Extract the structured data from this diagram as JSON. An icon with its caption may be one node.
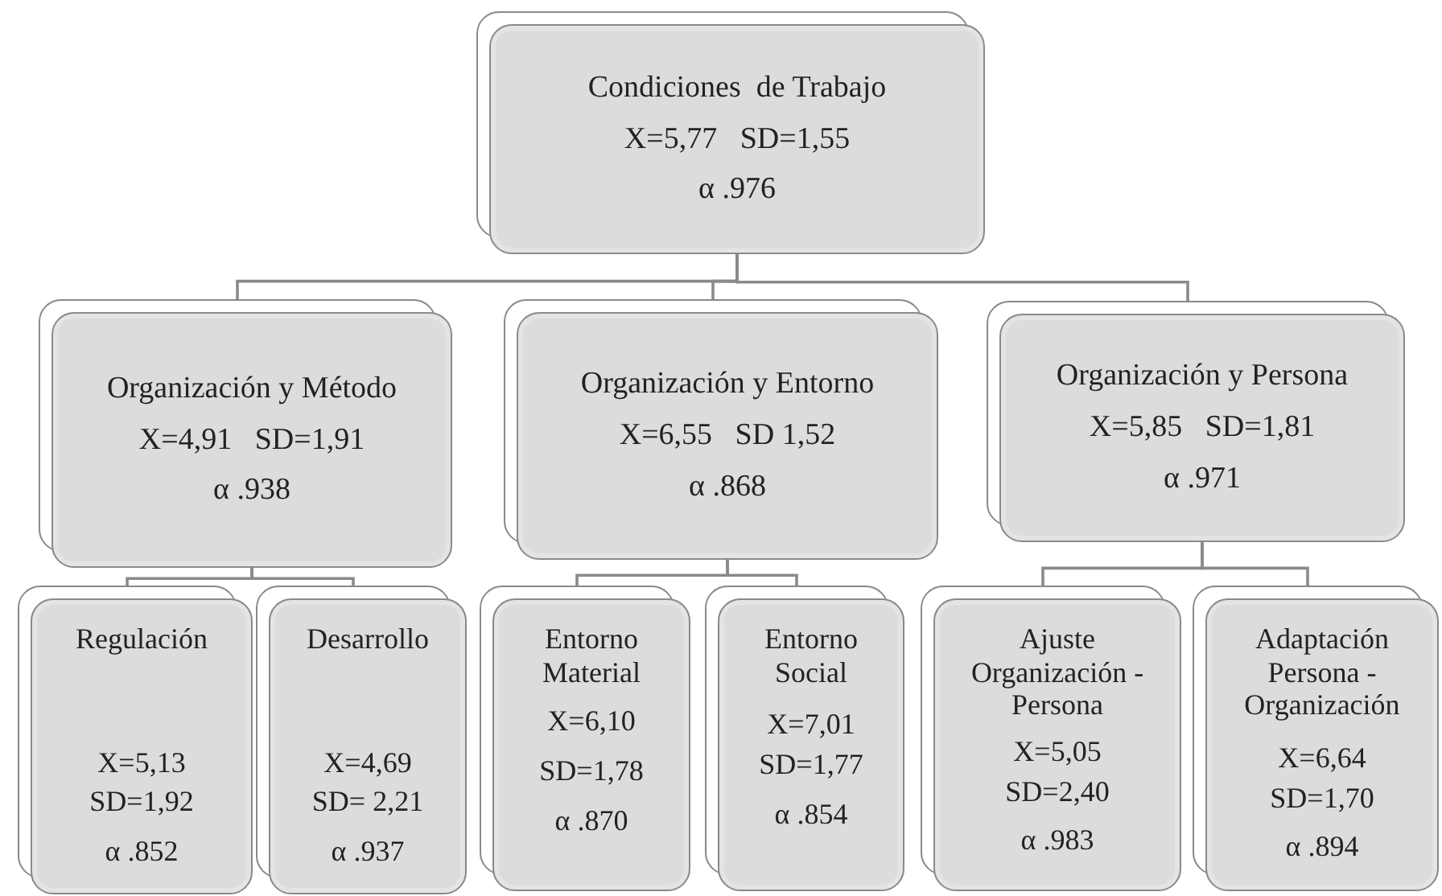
{
  "diagram": {
    "nodes": [
      {
        "text": [
          "Condiciones  de Trabajo",
          "X=5,77   SD=1,55",
          "α .976"
        ]
      },
      {
        "text": [
          "Organización y Método",
          "X=4,91   SD=1,91",
          "α .938"
        ]
      },
      {
        "text": [
          "Organización y Entorno",
          "X=6,55   SD 1,52",
          "α .868"
        ]
      },
      {
        "text": [
          "Organización y Persona",
          "X=5,85   SD=1,81",
          "α .971"
        ]
      },
      {
        "text": [
          "Regulación",
          "X=5,13",
          "SD=1,92",
          "α .852"
        ]
      },
      {
        "text": [
          "Desarrollo",
          "X=4,69",
          "SD= 2,21",
          "α .937"
        ]
      },
      {
        "text": [
          "Entorno Material",
          "X=6,10",
          "SD=1,78",
          "α .870"
        ]
      },
      {
        "text": [
          "Entorno Social",
          "X=7,01",
          "SD=1,77",
          "α .854"
        ]
      },
      {
        "text": [
          "Ajuste Organización -Persona",
          "X=5,05",
          "SD=2,40",
          "α .983"
        ]
      },
      {
        "text": [
          "Adaptación Persona - Organización",
          "X=6,64",
          "SD=1,70",
          "α .894"
        ]
      }
    ],
    "edges": [
      {
        "from": 0,
        "to": 1,
        "arrow": "none"
      },
      {
        "from": 0,
        "to": 2,
        "arrow": "none"
      },
      {
        "from": 0,
        "to": 3,
        "arrow": "none"
      },
      {
        "from": 1,
        "to": 4,
        "arrow": "none"
      },
      {
        "from": 1,
        "to": 5,
        "arrow": "none"
      },
      {
        "from": 2,
        "to": 6,
        "arrow": "none"
      },
      {
        "from": 2,
        "to": 7,
        "arrow": "none"
      },
      {
        "from": 3,
        "to": 8,
        "arrow": "none"
      },
      {
        "from": 3,
        "to": 9,
        "arrow": "none"
      }
    ]
  }
}
